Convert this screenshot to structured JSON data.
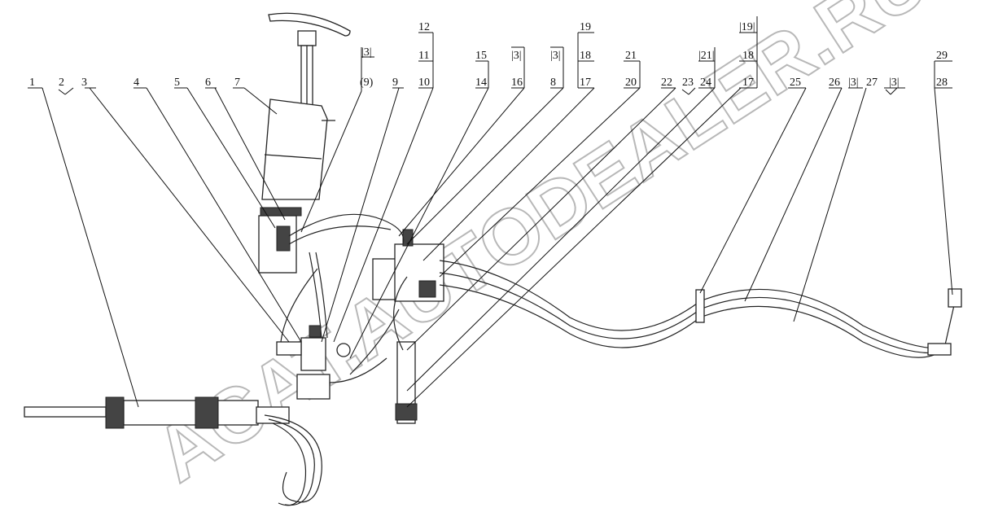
{
  "labels": {
    "l1": "1",
    "l2": "2",
    "l3": "3",
    "l4": "4",
    "l5": "5",
    "l6": "6",
    "l7": "7",
    "l3a": "|3|",
    "l9p": "(9)",
    "l9": "9",
    "l12": "12",
    "l11": "11",
    "l10": "10",
    "l15": "15",
    "l14": "14",
    "l3b": "|3|",
    "l16": "16",
    "l3c": "|3|",
    "l8": "8",
    "l19": "19",
    "l18": "18",
    "l17": "17",
    "l21": "21",
    "l20": "20",
    "l22": "22",
    "l23": "23",
    "l21b": "|21|",
    "l24": "24",
    "l19b": "|19|",
    "l18b": "18",
    "l17b": "17",
    "l25": "25",
    "l26": "26",
    "l3d": "|3|",
    "l27": "27",
    "l3e": "|3|",
    "l29": "29",
    "l28": "28"
  },
  "watermark": "ACAT.AUTODEALER.RU"
}
